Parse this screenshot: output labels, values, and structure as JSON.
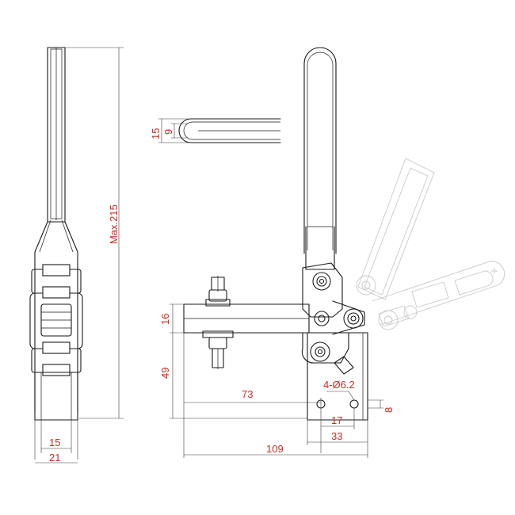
{
  "colors": {
    "dimension_text": "#d12a22",
    "line": "#1a1a1a",
    "ghost": "#c9c9c9"
  },
  "dimensions": {
    "max_height": "Max.215",
    "handle_width": "15",
    "handle_inner": "9",
    "base_height": "16",
    "body_height": "49",
    "arm_length": "73",
    "holes": "4-Ø6.2",
    "hole_spacing_x": "17",
    "base_width": "33",
    "hole_spacing_y": "8",
    "overall_length": "109",
    "side_inner": "15",
    "side_outer": "21"
  }
}
